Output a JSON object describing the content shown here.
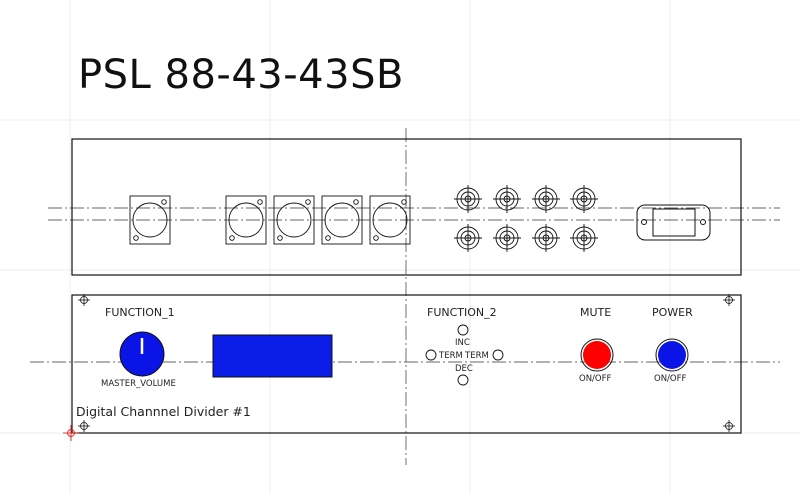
{
  "drawing": {
    "title": "PSL 88-43-43SB"
  },
  "front_panel": {
    "function1_label": "FUNCTION_1",
    "function2_label": "FUNCTION_2",
    "mute_label": "MUTE",
    "power_label": "POWER",
    "knob_label": "MASTER_VOLUME",
    "inc_label": "INC",
    "dec_label": "DEC",
    "term_left_label": "TERM",
    "term_right_label": "TERM",
    "mute_state_label": "ON/OFF",
    "power_state_label": "ON/OFF",
    "device_name": "Digital Channnel Divider #1",
    "colors": {
      "knob": "#0a14e6",
      "display": "#0a1ee8",
      "mute_button": "#ff0000",
      "power_button": "#0a14e6"
    }
  },
  "rear_panel": {
    "xlr_connectors": 5,
    "rca_jacks": 8,
    "power_inlet": 1
  }
}
